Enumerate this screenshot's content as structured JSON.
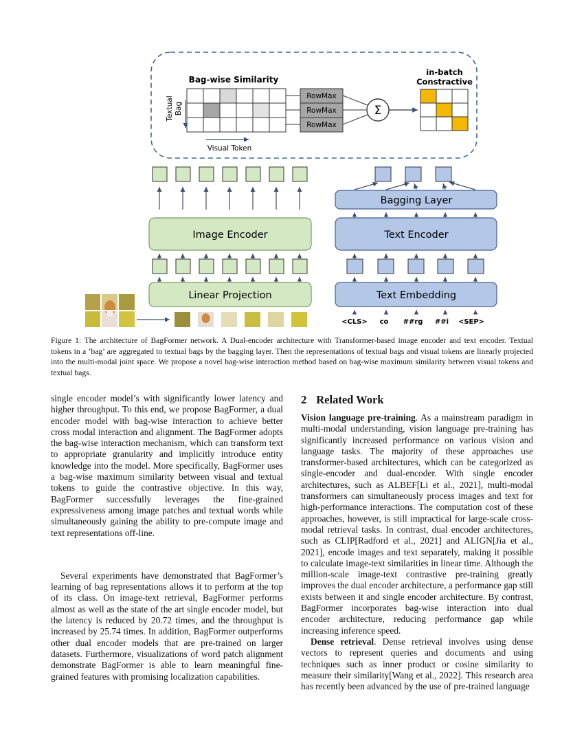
{
  "figure": {
    "bag_wise_title": "Bag-wise Similarity",
    "textual_bag_label": "Textual\nBag",
    "visual_token_label": "Visual Token",
    "rowmax_labels": [
      "RowMax",
      "RowMax",
      "RowMax"
    ],
    "sum_symbol": "Σ",
    "inbatch_title_line1": "in-batch",
    "inbatch_title_line2": "Constractive",
    "image_encoder_label": "Image Encoder",
    "linear_projection_label": "Linear Projection",
    "bagging_layer_label": "Bagging Layer",
    "text_encoder_label": "Text Encoder",
    "text_embedding_label": "Text Embedding",
    "tokens": [
      "<CLS>",
      "co",
      "##rg",
      "##i",
      "<SEP>"
    ],
    "colors": {
      "green_fill": "#d5e8c4",
      "green_stroke": "#7a9a62",
      "blue_fill": "#b4c7e7",
      "blue_stroke": "#4a5f8c",
      "gold": "#f5b800",
      "dashed_border": "#41679a"
    }
  },
  "caption": {
    "text": "Figure 1: The architecture of BagFormer network. A Dual-encoder architecture with Transformer-based image encoder and text encoder. Textual tokens in a ’bag’ are aggregated to textual bags by the bagging layer. Then the representations of textual bags and visual tokens are linearly projected into the multi-modal joint space. We propose a novel bag-wise interaction method based on bag-wise maximum similarity between visual tokens and textual bags."
  },
  "left_column": {
    "para1": "single encoder model’s with significantly lower latency and higher throughput. To this end, we propose BagFormer, a dual encoder model with bag-wise interaction to achieve better cross modal interaction and alignment. The BagFormer adopts the bag-wise interaction mechanism, which can transform text to appropriate granularity and implicitly introduce entity knowledge into the model. More specifically, BagFormer uses a bag-wise maximum similarity between visual and textual tokens to guide the contrastive objective. In this way, BagFormer successfully leverages the fine-grained expressiveness among image patches and textual words while simultaneously gaining the ability to pre-compute image and text representations off-line.",
    "para2": "Several experiments have demonstrated that BagFormer’s learning of bag representations allows it to perform at the top of its class. On image-text retrieval, BagFormer performs almost as well as the state of the art single encoder model, but the latency is reduced by 20.72 times, and the throughput is increased by 25.74 times. In addition, BagFormer outperforms other dual encoder models that are pre-trained on larger datasets. Furthermore, visualizations of word patch alignment demonstrate BagFormer is able to learn meaningful fine-grained features with promising localization capabilities."
  },
  "right_column": {
    "section_number": "2",
    "section_title": "Related Work",
    "p1_title": "Vision language pre-training",
    "p1_body": ". As a mainstream paradigm in multi-modal understanding, vision language pre-training has significantly increased performance on various vision and language tasks. The majority of these approaches use transformer-based architectures, which can be categorized as single-encoder and dual-encoder. With single encoder architectures, such as ALBEF[Li et al., 2021], multi-modal transformers can simultaneously process images and text for high-performance interactions. The computation cost of these approaches, however, is still impractical for large-scale cross-modal retrieval tasks. In contrast, dual encoder architectures, such as CLIP[Radford et al., 2021] and ALIGN[Jia et al., 2021], encode images and text separately, making it possible to calculate image-text similarities in linear time. Although the million-scale image-text contrastive pre-training greatly improves the dual encoder architecture, a performance gap still exists between it and single encoder architecture. By contrast, BagFormer incorporates bag-wise interaction into dual encoder architecture, reducing performance gap while increasing inference speed.",
    "p2_title": "Dense retrieval",
    "p2_body": ". Dense retrieval involves using dense vectors to represent queries and documents and using techniques such as inner product or cosine similarity to measure their similarity[Wang et al., 2022]. This research area has recently been advanced by the use of pre-trained language"
  }
}
